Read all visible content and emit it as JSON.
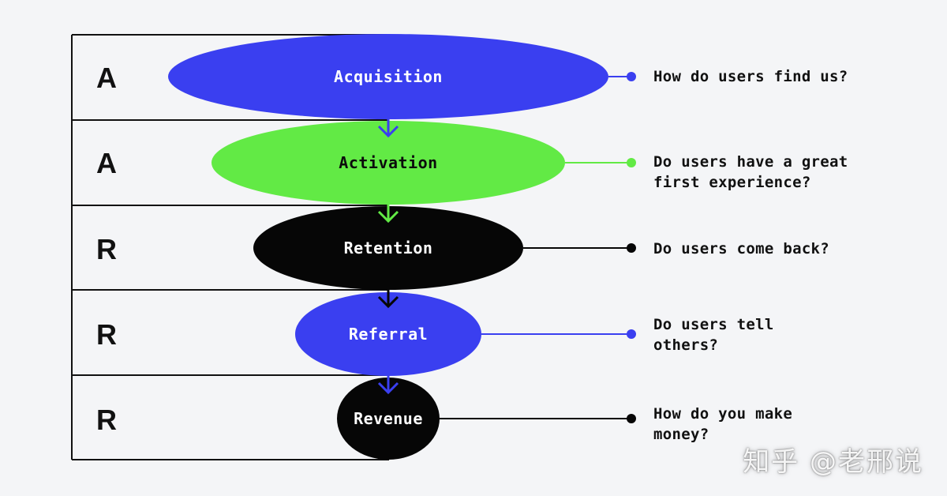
{
  "colors": {
    "blue": "#3a3ff0",
    "green": "#62ea45",
    "black": "#060606",
    "border": "#111111",
    "background": "#f4f5f7"
  },
  "stages": [
    {
      "letter": "A",
      "label": "Acquisition",
      "question_lines": [
        "How do users find us?"
      ],
      "fill": "#3a3ff0",
      "text_color": "#ffffff",
      "connector_color": "#3a3ff0",
      "arrow_color": "#3a3ff0"
    },
    {
      "letter": "A",
      "label": "Activation",
      "question_lines": [
        "Do users have a great",
        "first experience?"
      ],
      "fill": "#62ea45",
      "text_color": "#0c0c0c",
      "connector_color": "#62ea45",
      "arrow_color": "#62ea45"
    },
    {
      "letter": "R",
      "label": "Retention",
      "question_lines": [
        "Do users come back?"
      ],
      "fill": "#060606",
      "text_color": "#ffffff",
      "connector_color": "#060606",
      "arrow_color": "#060606"
    },
    {
      "letter": "R",
      "label": "Referral",
      "question_lines": [
        "Do users tell",
        "others?"
      ],
      "fill": "#3a3ff0",
      "text_color": "#ffffff",
      "connector_color": "#3a3ff0",
      "arrow_color": "#3a3ff0"
    },
    {
      "letter": "R",
      "label": "Revenue",
      "question_lines": [
        "How do you make",
        "money?"
      ],
      "fill": "#060606",
      "text_color": "#ffffff",
      "connector_color": "#060606",
      "arrow_color": null
    }
  ],
  "watermark": "知乎 @老邢说"
}
